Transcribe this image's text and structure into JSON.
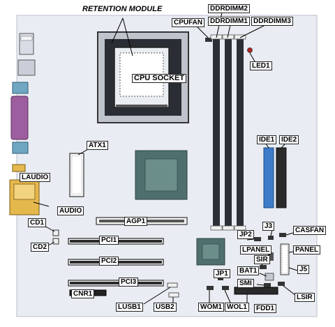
{
  "labels": {
    "retention_module": "RETENTION MODULE",
    "cpu_socket": "CPU SOCKET",
    "cpufan": "CPUFAN",
    "ddrdimm2": "DDRDIMM2",
    "ddrdimm1": "DDRDIMM1",
    "ddrdimm3": "DDRDIMM3",
    "led1": "LED1",
    "atx1": "ATX1",
    "ide1": "IDE1",
    "ide2": "IDE2",
    "laudio": "LAUDIO",
    "audio": "AUDIO",
    "agp1": "AGP1",
    "cd1": "CD1",
    "cd2": "CD2",
    "pci1": "PCI1",
    "pci2": "PCI2",
    "pci3": "PCI3",
    "cnr1": "CNR1",
    "lusb1": "LUSB1",
    "usb2": "USB2",
    "wom1": "WOM1",
    "wol1": "WOL1",
    "fdd1": "FDD1",
    "jp1": "JP1",
    "jp2": "JP2",
    "j3": "J3",
    "casfan": "CASFAN",
    "lpanel": "LPANEL",
    "panel": "PANEL",
    "sir": "SIR",
    "bat1": "BAT1",
    "smi": "SMI",
    "j5": "J5",
    "lsir": "LSIR"
  },
  "colors": {
    "board": "#e9edf3",
    "dimm_slot": "#2b2f36",
    "ide1_connector": "#3d7cc9",
    "ide2_connector": "#2a2a2a",
    "chipset": "#4e6f6d",
    "parallel_port": "#9c5e9e",
    "audio_ports": "#e5b84d"
  }
}
